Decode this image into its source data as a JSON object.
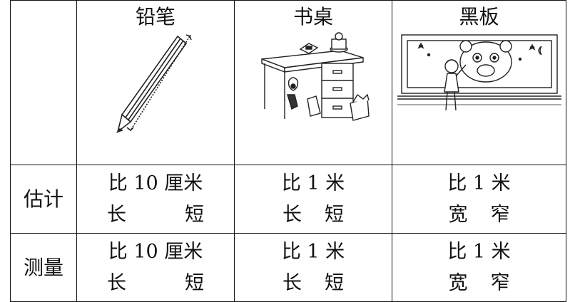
{
  "columns": [
    {
      "label": "铅笔",
      "icon": "pencil-icon"
    },
    {
      "label": "书桌",
      "icon": "desk-icon"
    },
    {
      "label": "黑板",
      "icon": "blackboard-icon"
    }
  ],
  "rows": [
    {
      "label": "估计",
      "cells": [
        {
          "compare": "比 10 厘米",
          "options": [
            "长",
            "短"
          ]
        },
        {
          "compare": "比 1 米",
          "options": [
            "长",
            "短"
          ]
        },
        {
          "compare": "比 1 米",
          "options": [
            "宽",
            "窄"
          ]
        }
      ]
    },
    {
      "label": "测量",
      "cells": [
        {
          "compare": "比 10 厘米",
          "options": [
            "长",
            "短"
          ]
        },
        {
          "compare": "比 1 米",
          "options": [
            "长",
            "短"
          ]
        },
        {
          "compare": "比 1 米",
          "options": [
            "宽",
            "窄"
          ]
        }
      ]
    }
  ]
}
